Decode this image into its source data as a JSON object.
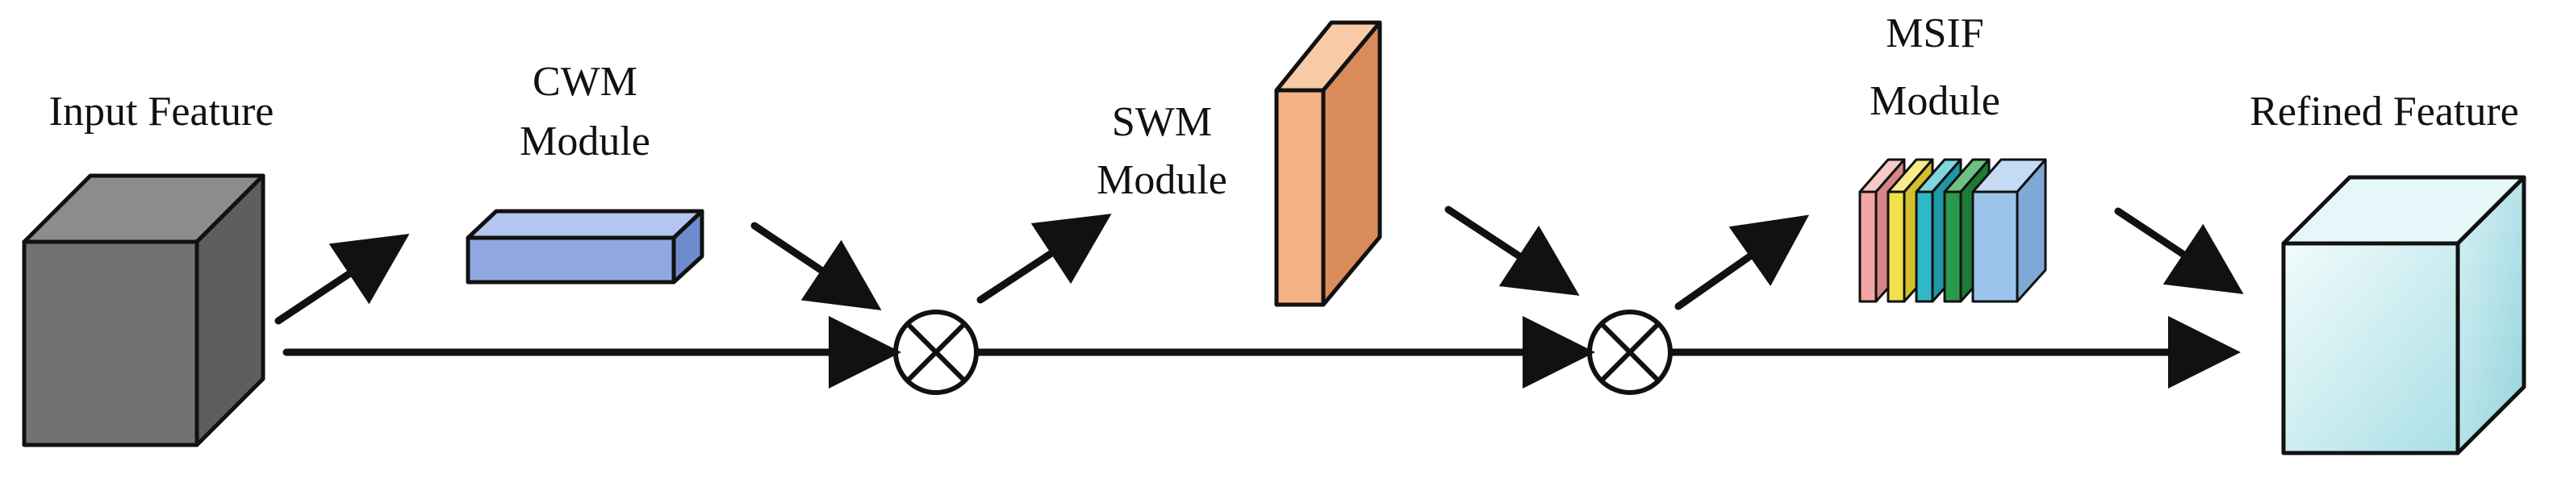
{
  "labels": {
    "input_feature": "Input Feature",
    "cwm_line1": "CWM",
    "cwm_line2": "Module",
    "swm_line1": "SWM",
    "swm_line2": "Module",
    "msif_line1": "MSIF",
    "msif_line2": "Module",
    "refined_feature": "Refined Feature"
  },
  "operators": {
    "multiply_symbol": "⊗"
  },
  "colors": {
    "input_cube": "#727272",
    "cwm_block": "#8fa9e0",
    "swm_block": "#f4b183",
    "msif_slices": [
      "#f4a6a6",
      "#f2e14c",
      "#2fb8c7",
      "#2a9a4a",
      "#9cc3ea"
    ],
    "refined_cube": "#cfeef2",
    "stroke": "#111111"
  }
}
